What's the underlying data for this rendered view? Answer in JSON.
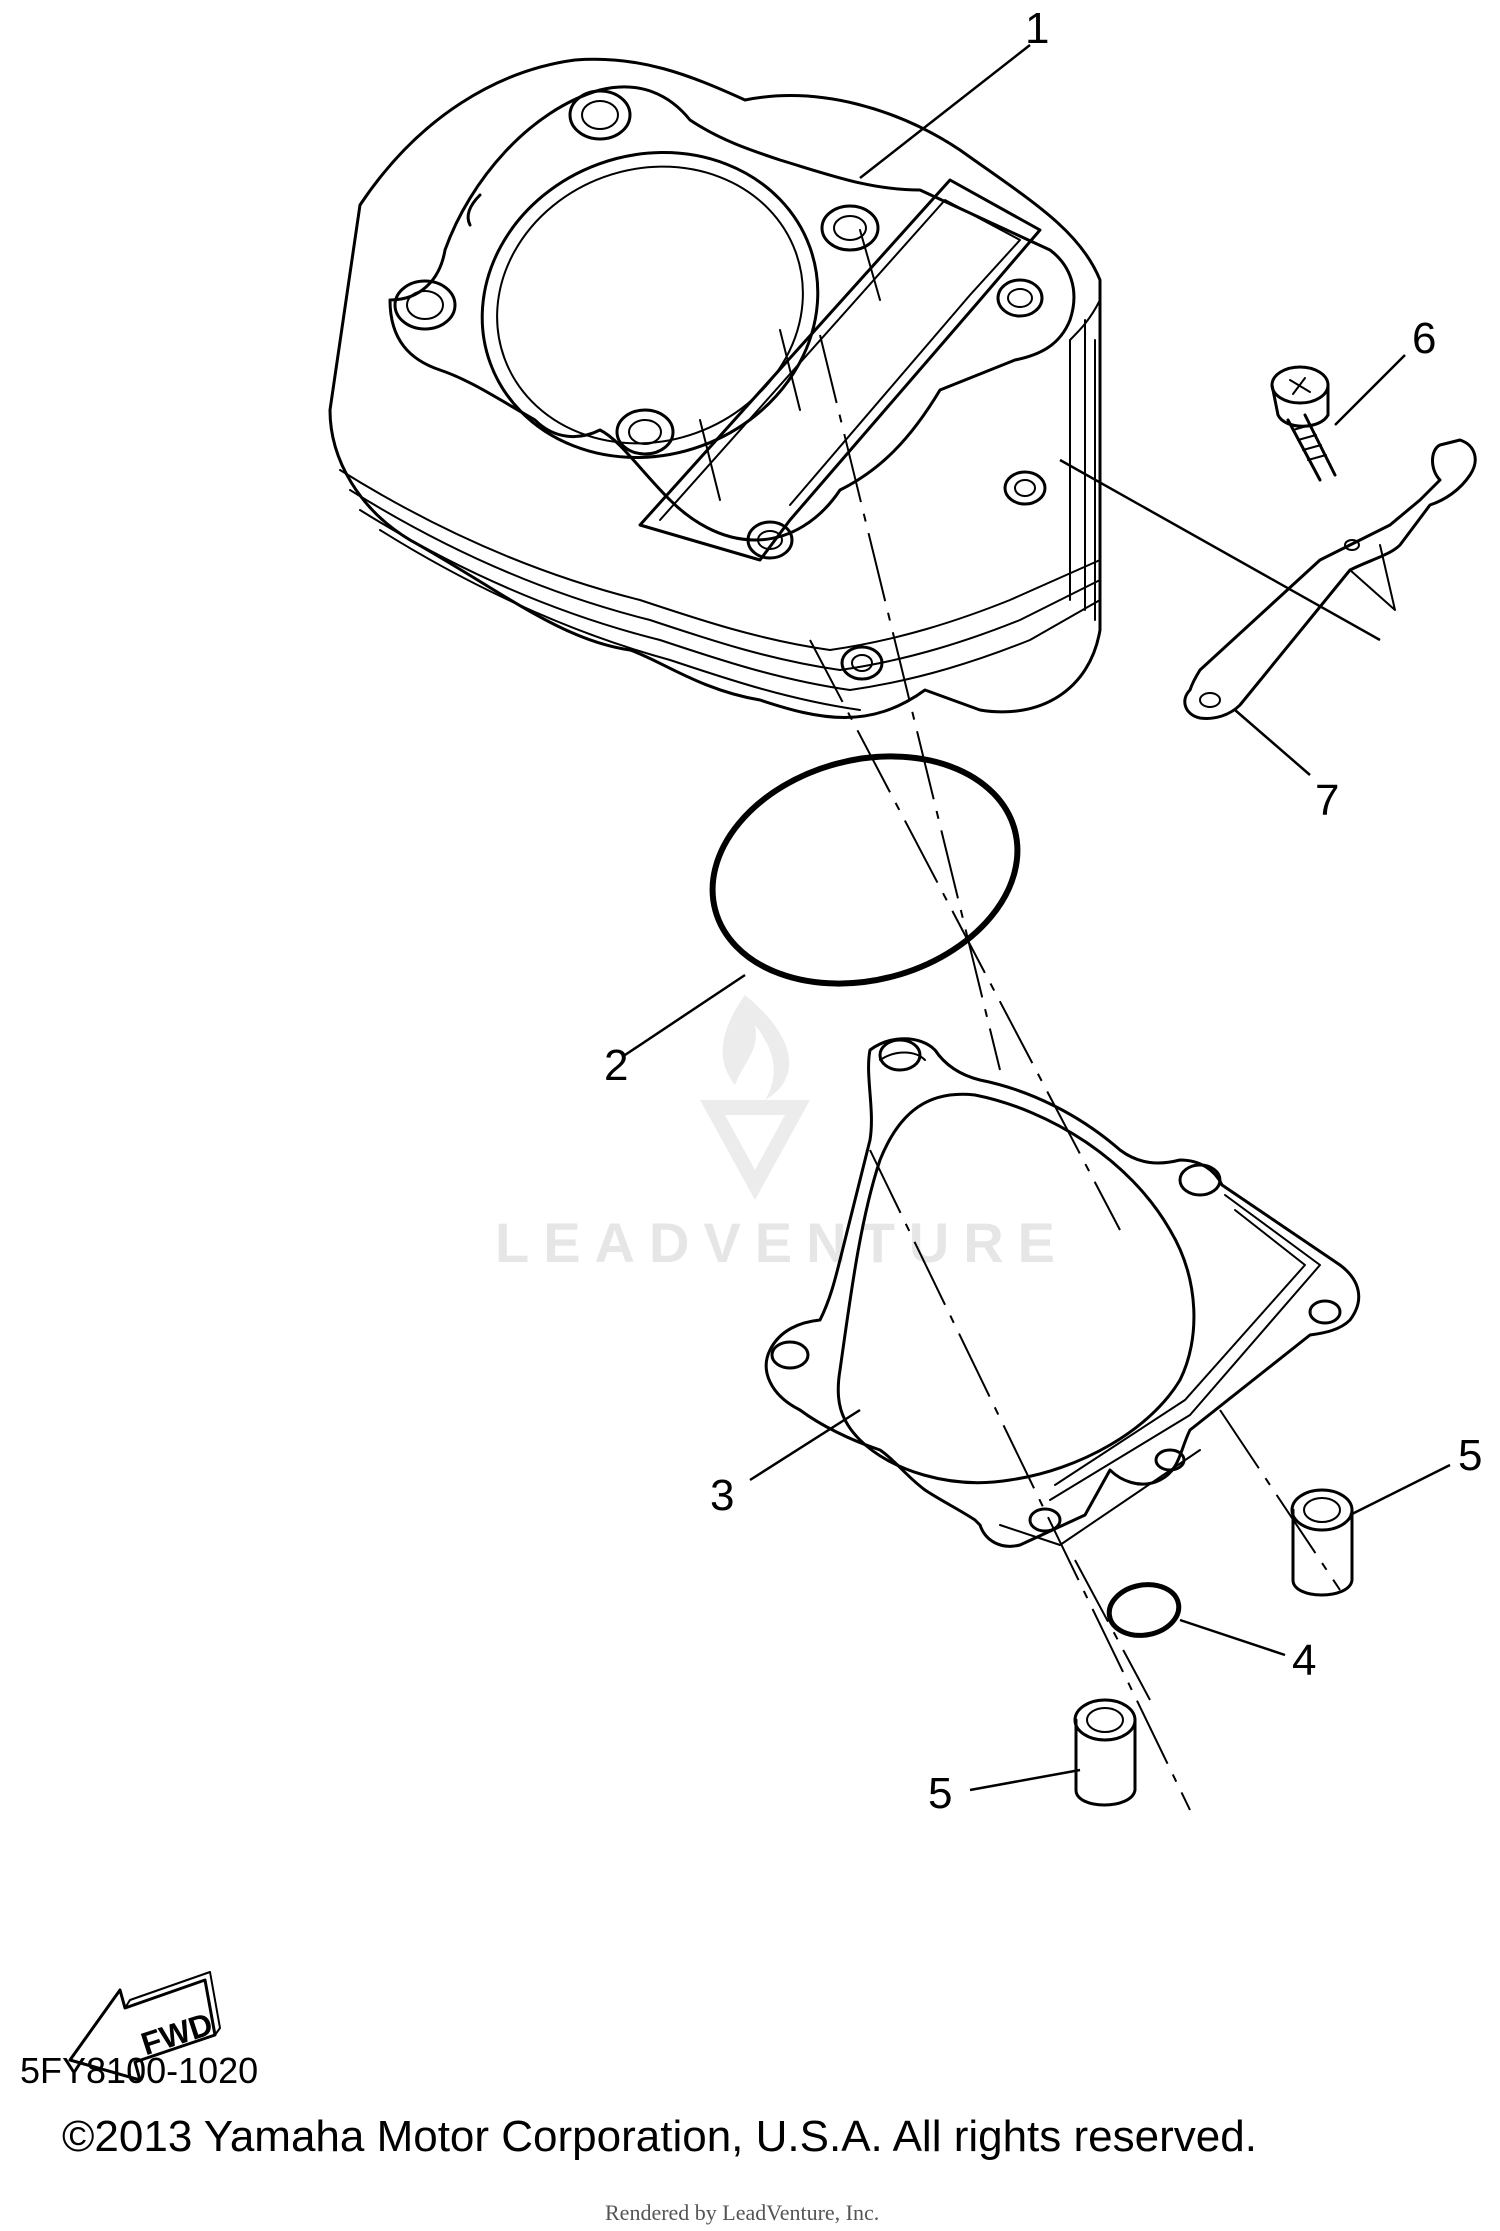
{
  "diagram": {
    "callouts": [
      {
        "id": "1",
        "label": "1"
      },
      {
        "id": "2",
        "label": "2"
      },
      {
        "id": "3",
        "label": "3"
      },
      {
        "id": "4",
        "label": "4"
      },
      {
        "id": "5a",
        "label": "5"
      },
      {
        "id": "5b",
        "label": "5"
      },
      {
        "id": "6",
        "label": "6"
      },
      {
        "id": "7",
        "label": "7"
      }
    ],
    "fwd_label": "FWD",
    "watermark": "LEADVENTURE",
    "diagram_code": "5FY8100-1020",
    "copyright": "©2013 Yamaha Motor Corporation, U.S.A. All rights reserved.",
    "rendered_by": "Rendered by LeadVenture, Inc."
  },
  "colors": {
    "line": "#000000",
    "watermark": "#e6e6e6"
  }
}
